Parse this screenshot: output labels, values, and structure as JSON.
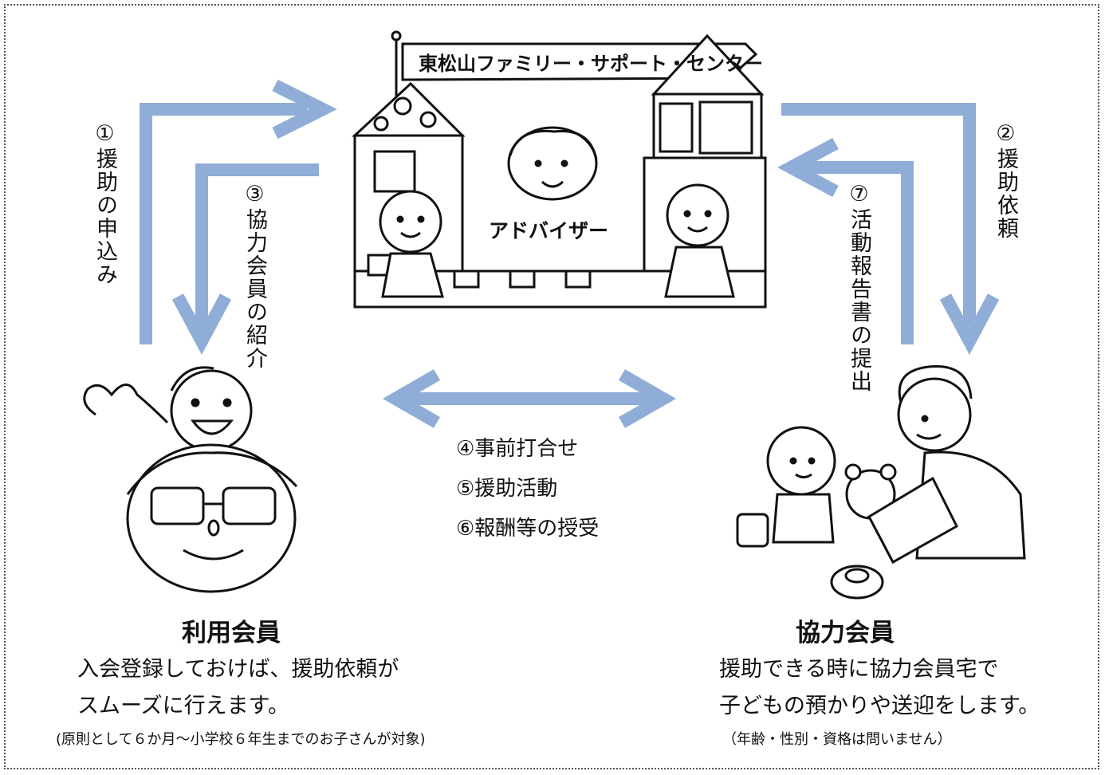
{
  "center": {
    "banner": "東松山ファミリー・サポート・センター",
    "advisor": "アドバイザー"
  },
  "steps": {
    "s1": "①援助の申込み",
    "s2": "②援助依頼",
    "s3": "③協力会員の紹介",
    "s4": "④事前打合せ",
    "s5": "⑤援助活動",
    "s6": "⑥報酬等の授受",
    "s7": "⑦活動報告書の提出"
  },
  "user_member": {
    "title": "利用会員",
    "line1": "入会登録しておけば、援助依頼が",
    "line2": "スムーズに行えます。",
    "note": "(原則として６か月～小学校６年生までのお子さんが対象)"
  },
  "helper_member": {
    "title": "協力会員",
    "line1": "援助できる時に協力会員宅で",
    "line2": "子どもの預かりや送迎をします。",
    "note": "（年齢・性別・資格は問いません）"
  },
  "colors": {
    "arrow": "#8fadd6",
    "line": "#111111",
    "border": "#555555"
  }
}
